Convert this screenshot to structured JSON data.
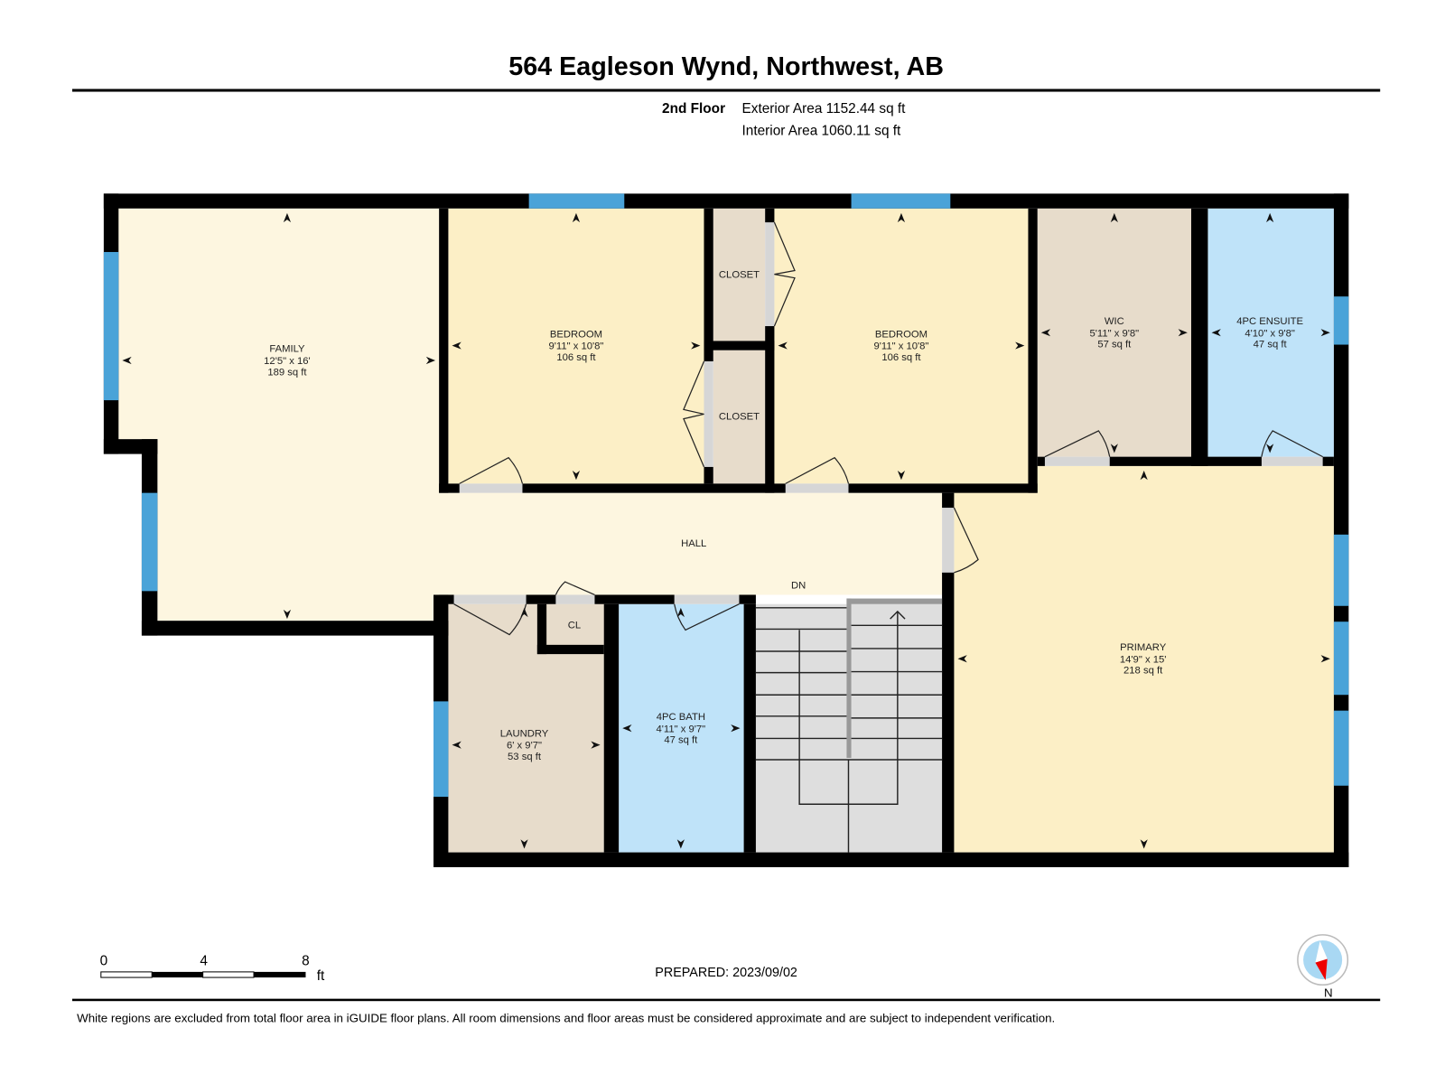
{
  "header": {
    "title": "564 Eagleson Wynd, Northwest, AB",
    "floor": "2nd Floor",
    "exterior_area": "Exterior Area 1152.44 sq ft",
    "interior_area": "Interior Area 1060.11 sq ft"
  },
  "rooms": {
    "family": {
      "name": "FAMILY",
      "dims": "12'5\" x 16'",
      "area": "189 sq ft"
    },
    "bedroom1": {
      "name": "BEDROOM",
      "dims": "9'11\" x 10'8\"",
      "area": "106 sq ft"
    },
    "bedroom2": {
      "name": "BEDROOM",
      "dims": "9'11\" x 10'8\"",
      "area": "106 sq ft"
    },
    "closet1": {
      "name": "CLOSET"
    },
    "closet2": {
      "name": "CLOSET"
    },
    "wic": {
      "name": "WIC",
      "dims": "5'11\" x 9'8\"",
      "area": "57 sq ft"
    },
    "ensuite": {
      "name": "4PC ENSUITE",
      "dims": "4'10\" x 9'8\"",
      "area": "47 sq ft"
    },
    "hall": {
      "name": "HALL"
    },
    "stairs": {
      "name": "DN"
    },
    "cl": {
      "name": "CL"
    },
    "laundry": {
      "name": "LAUNDRY",
      "dims": "6' x 9'7\"",
      "area": "53 sq ft"
    },
    "bath": {
      "name": "4PC BATH",
      "dims": "4'11\" x 9'7\"",
      "area": "47 sq ft"
    },
    "primary": {
      "name": "PRIMARY",
      "dims": "14'9\" x 15'",
      "area": "218 sq ft"
    }
  },
  "scale_bar": {
    "ticks": [
      "0",
      "4",
      "8"
    ],
    "unit": "ft"
  },
  "compass": {
    "label": "N"
  },
  "prepared": "PREPARED: 2023/09/02",
  "footer": "White regions are excluded from total floor area in iGUIDE floor plans. All room dimensions and floor areas must be considered approximate and are subject to independent verification.",
  "colors": {
    "living": "#fdf6e0",
    "bedroom": "#fcefc6",
    "utility": "#e7dccb",
    "bath": "#bfe3f9",
    "stairs": "#dedede",
    "window": "#4aa3d8"
  }
}
